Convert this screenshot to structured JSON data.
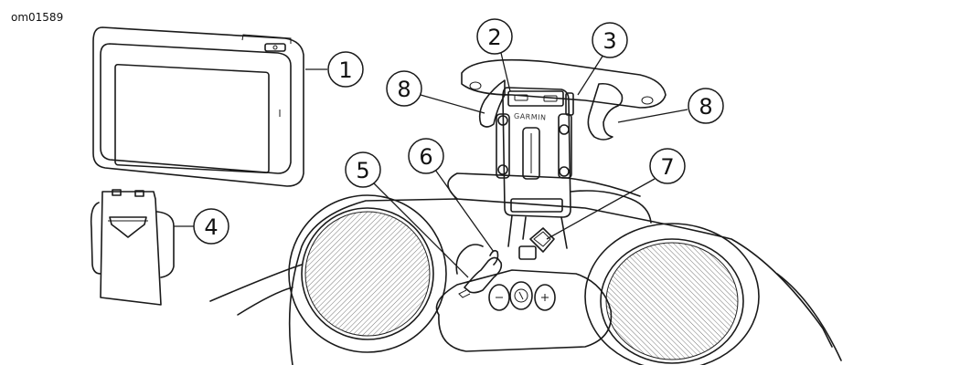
{
  "figure_id": "om01589",
  "brand_label": "GARMIN",
  "callouts": {
    "c1": "1",
    "c2": "2",
    "c3": "3",
    "c4": "4",
    "c5": "5",
    "c6": "6",
    "c7": "7",
    "c8a": "8",
    "c8b": "8"
  }
}
